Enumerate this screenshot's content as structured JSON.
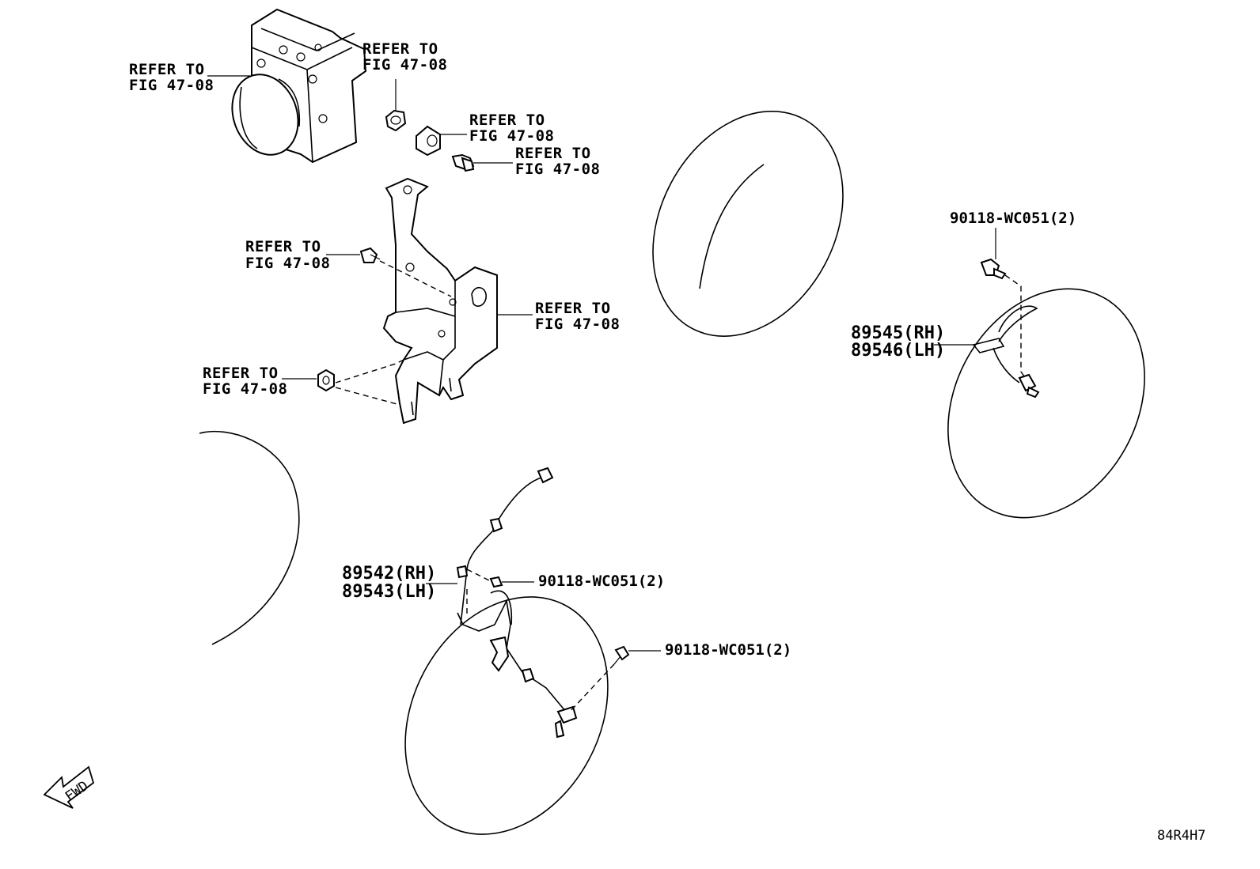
{
  "labels": {
    "abs_unit": [
      "REFER TO",
      "FIG 47-08"
    ],
    "cap": [
      "REFER TO",
      "FIG 47-08"
    ],
    "grommet": [
      "REFER TO",
      "FIG 47-08"
    ],
    "flange_bolt": [
      "REFER TO",
      "FIG 47-08"
    ],
    "bracket_bolt": [
      "REFER TO",
      "FIG 47-08"
    ],
    "bracket": [
      "REFER TO",
      "FIG 47-08"
    ],
    "bracket_nut": [
      "REFER TO",
      "FIG 47-08"
    ],
    "rear_bolt": "90118-WC051(2)",
    "rear_sensor": [
      "89545(RH)",
      "89546(LH)"
    ],
    "front_sensor": [
      "89542(RH)",
      "89543(LH)"
    ],
    "front_clip_bolt": "90118-WC051(2)",
    "front_sensor_bolt": "90118-WC051(2)",
    "fwd": "FWD",
    "diagram_code": "84R4H7"
  }
}
